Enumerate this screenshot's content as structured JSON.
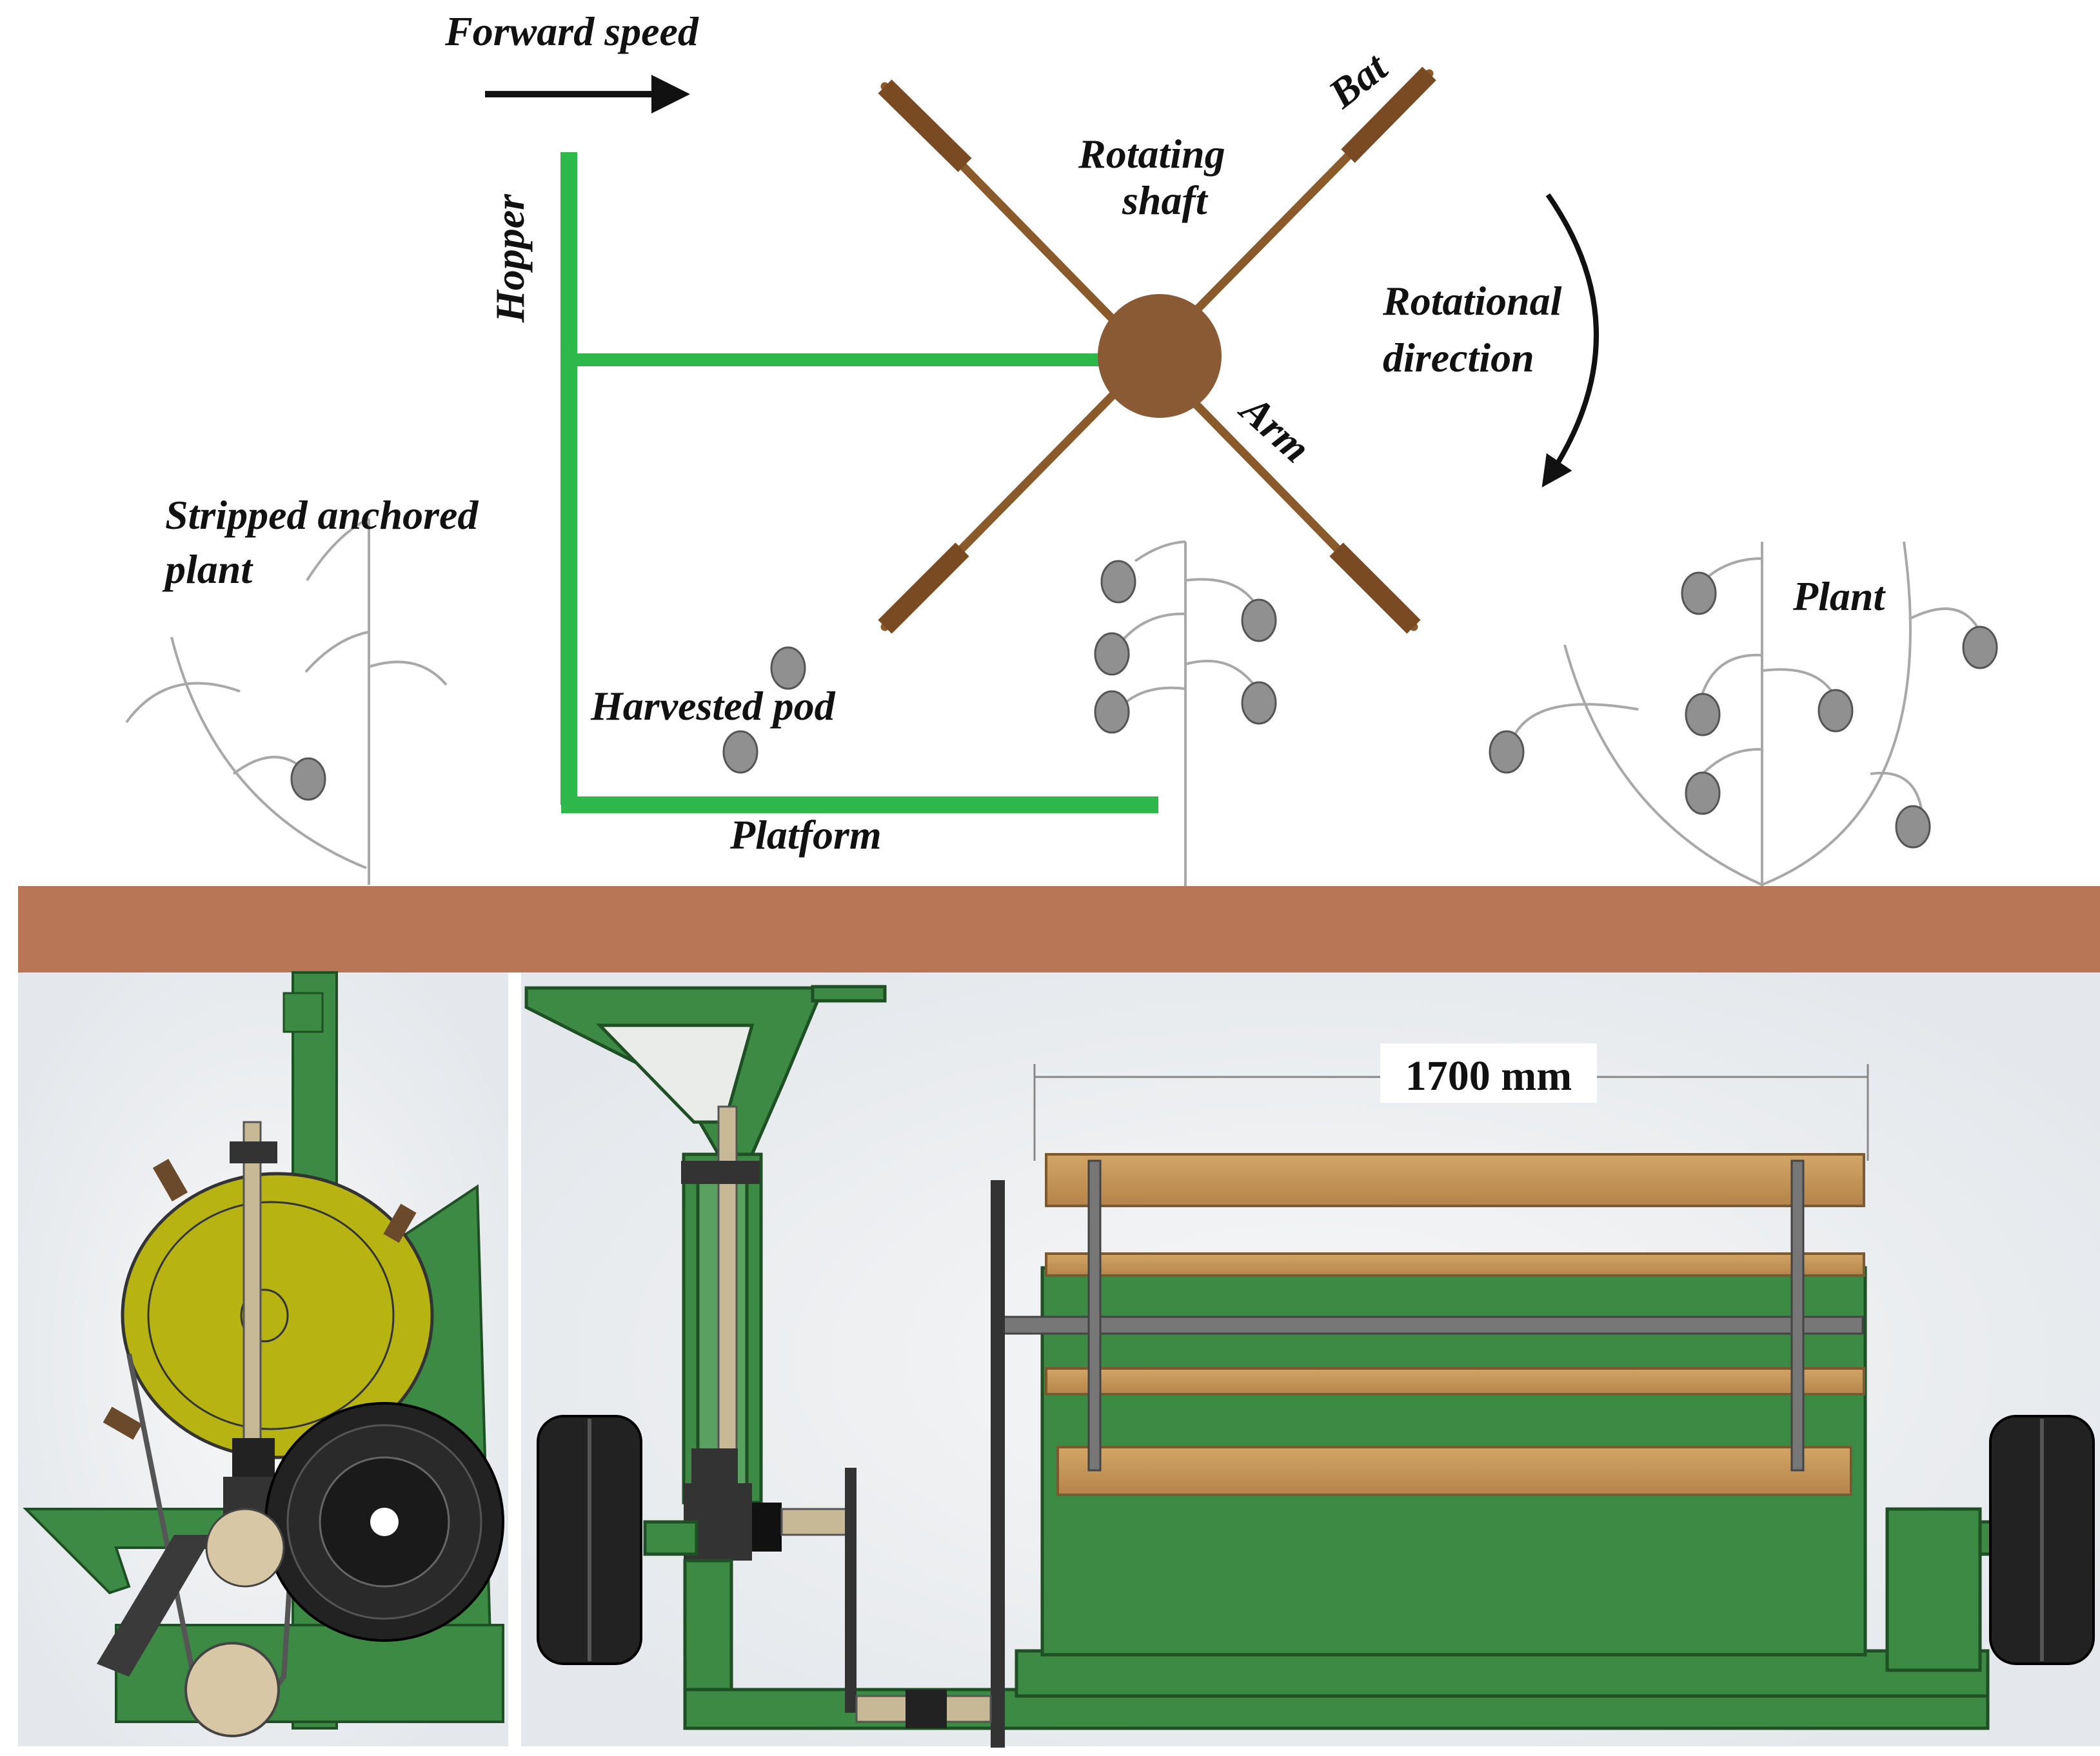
{
  "labels": {
    "forward_speed": "Forward speed",
    "hopper": "Hopper",
    "rotating_shaft_1": "Rotating",
    "rotating_shaft_2": "shaft",
    "bat": "Bat",
    "rotational_direction_1": "Rotational",
    "rotational_direction_2": "direction",
    "arm": "Arm",
    "stripped_plant_1": "Stripped anchored",
    "stripped_plant_2": "plant",
    "harvested_pod": "Harvested pod",
    "platform": "Platform",
    "plant": "Plant",
    "width_dimension": "1700 mm"
  },
  "colors": {
    "hopper_green": "#2fb84a",
    "arm_brown": "#8b5a2b",
    "hub_brown": "#8a5a35",
    "bat_brown": "#7a4a22",
    "soil": "#b87656",
    "plant_line": "#a8a8a8",
    "pod_gray": "#909090",
    "machine_green": "#3c8a43",
    "machine_dark_green": "#2f6e35",
    "wood": "#c79a5b",
    "reel_yellow": "#b7b313",
    "tire_black": "#222222"
  }
}
